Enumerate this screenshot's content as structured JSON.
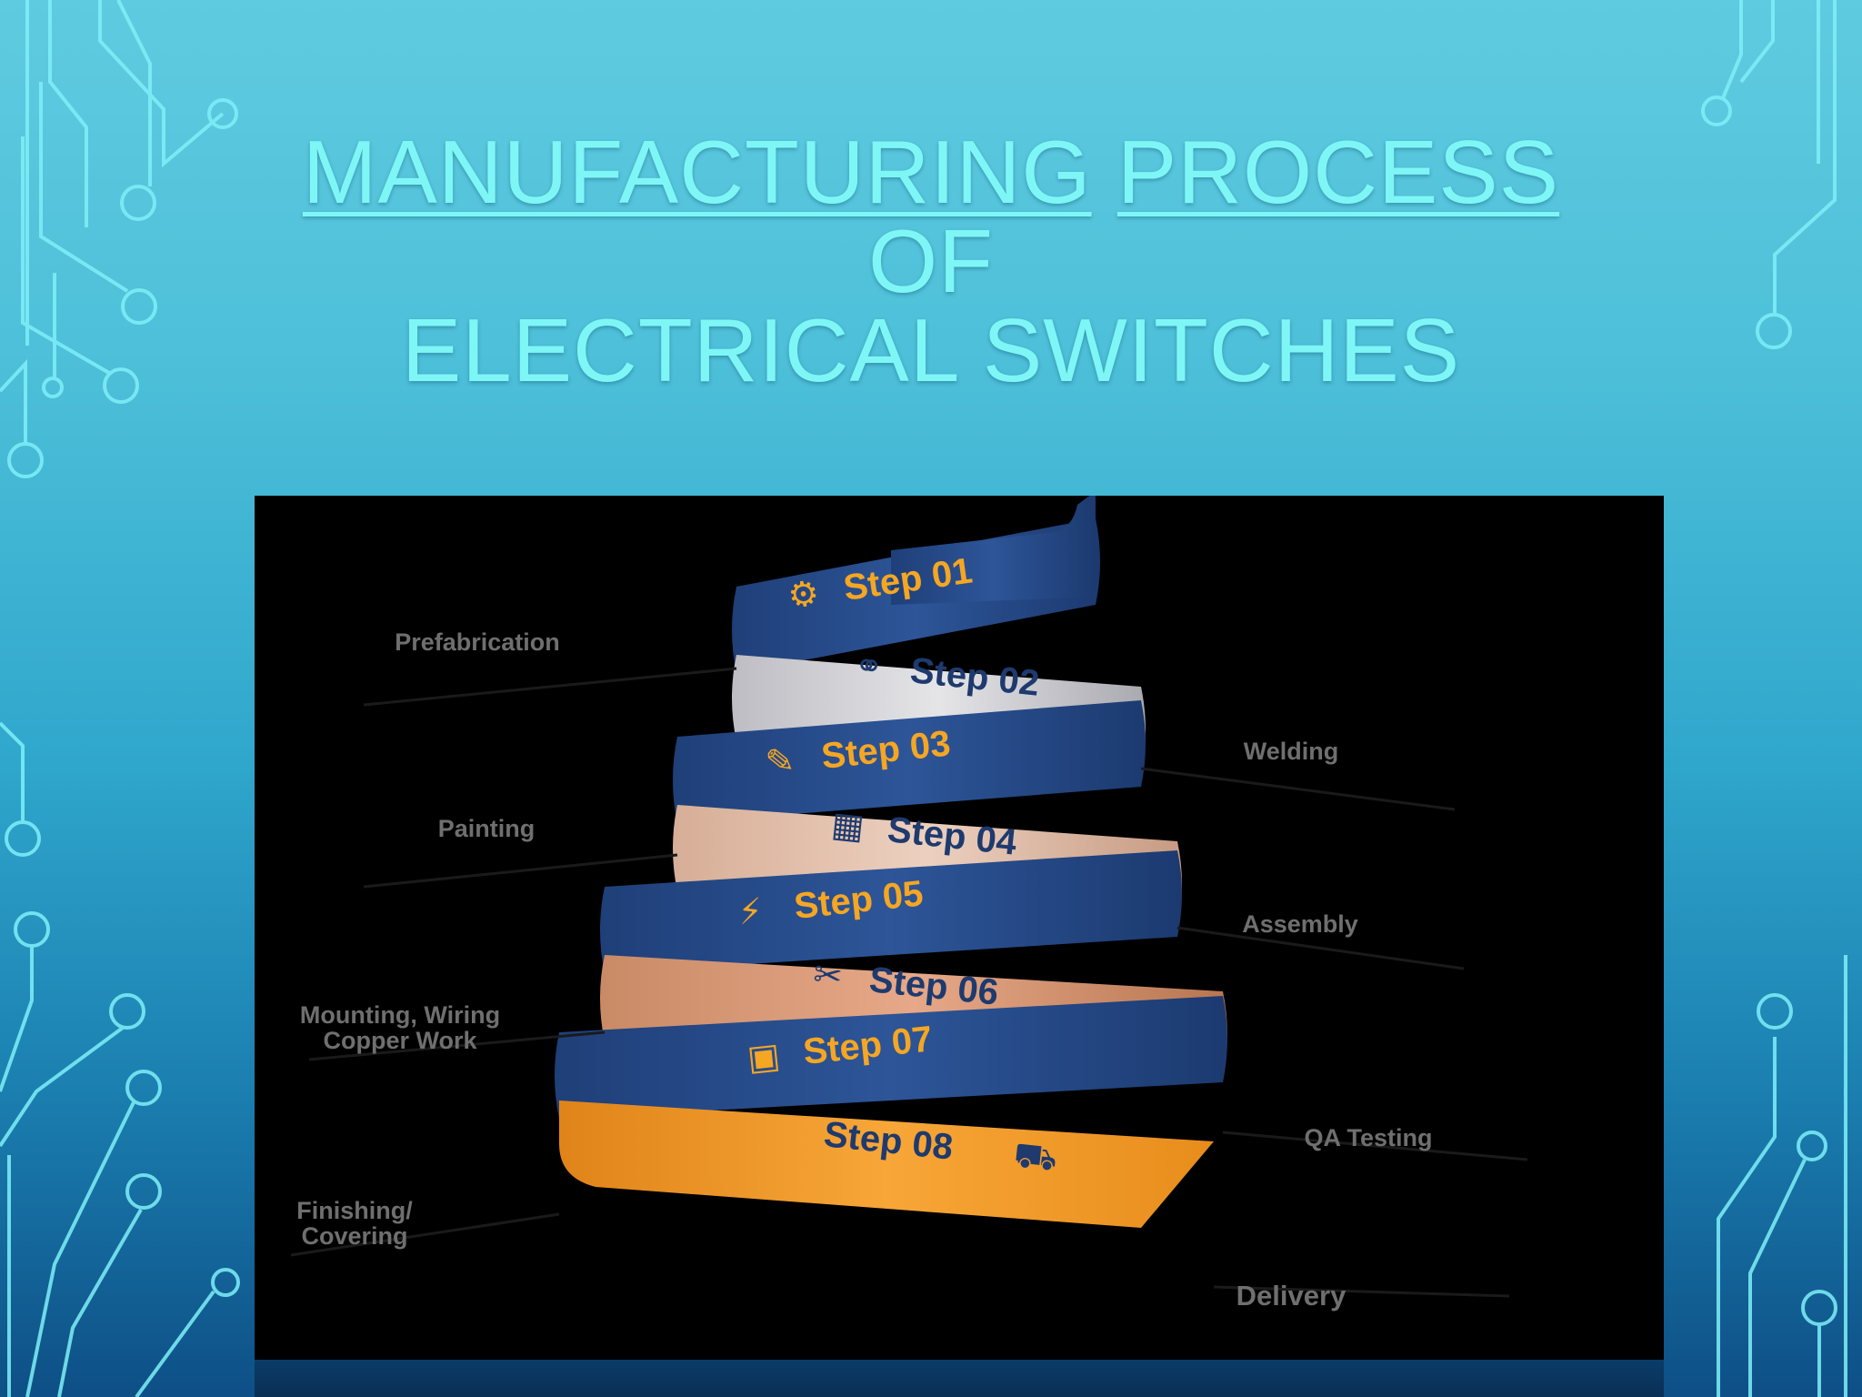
{
  "title": {
    "word1": "MANUFACTURING",
    "word2": "PROCESS",
    "line2": "OF",
    "line3": "ELECTRICAL SWITCHES"
  },
  "steps": [
    {
      "label": "Step 01",
      "description": "Prefabrication",
      "icon": "gears-icon",
      "color": "#2a4f8f"
    },
    {
      "label": "Step 02",
      "description": "Welding",
      "icon": "node-link-icon",
      "color": "#d4d4d8"
    },
    {
      "label": "Step 03",
      "description": "Painting",
      "icon": "paint-roller-icon",
      "color": "#2a4f8f"
    },
    {
      "label": "Step 04",
      "description": "Assembly",
      "icon": "grid-blocks-icon",
      "color": "#e6c3b0"
    },
    {
      "label": "Step 05",
      "description": "Mounting, Wiring Copper Work",
      "description_lines": [
        "Mounting, Wiring",
        "Copper Work"
      ],
      "icon": "battery-charge-icon",
      "color": "#2a4f8f"
    },
    {
      "label": "Step 06",
      "description": "QA Testing",
      "icon": "tools-icon",
      "color": "#dca07e"
    },
    {
      "label": "Step 07",
      "description": "Finishing/ Covering",
      "description_lines": [
        "Finishing/",
        "Covering"
      ],
      "icon": "box-icon",
      "color": "#2a4f8f"
    },
    {
      "label": "Step 08",
      "description": "Delivery",
      "icon": "truck-icon",
      "color": "#f0931f"
    }
  ],
  "colors": {
    "title": "#7ff6f6",
    "accent_orange": "#f5a623",
    "ribbon_blue": "#2a4f8f",
    "label_gray": "#6f6f6f"
  }
}
